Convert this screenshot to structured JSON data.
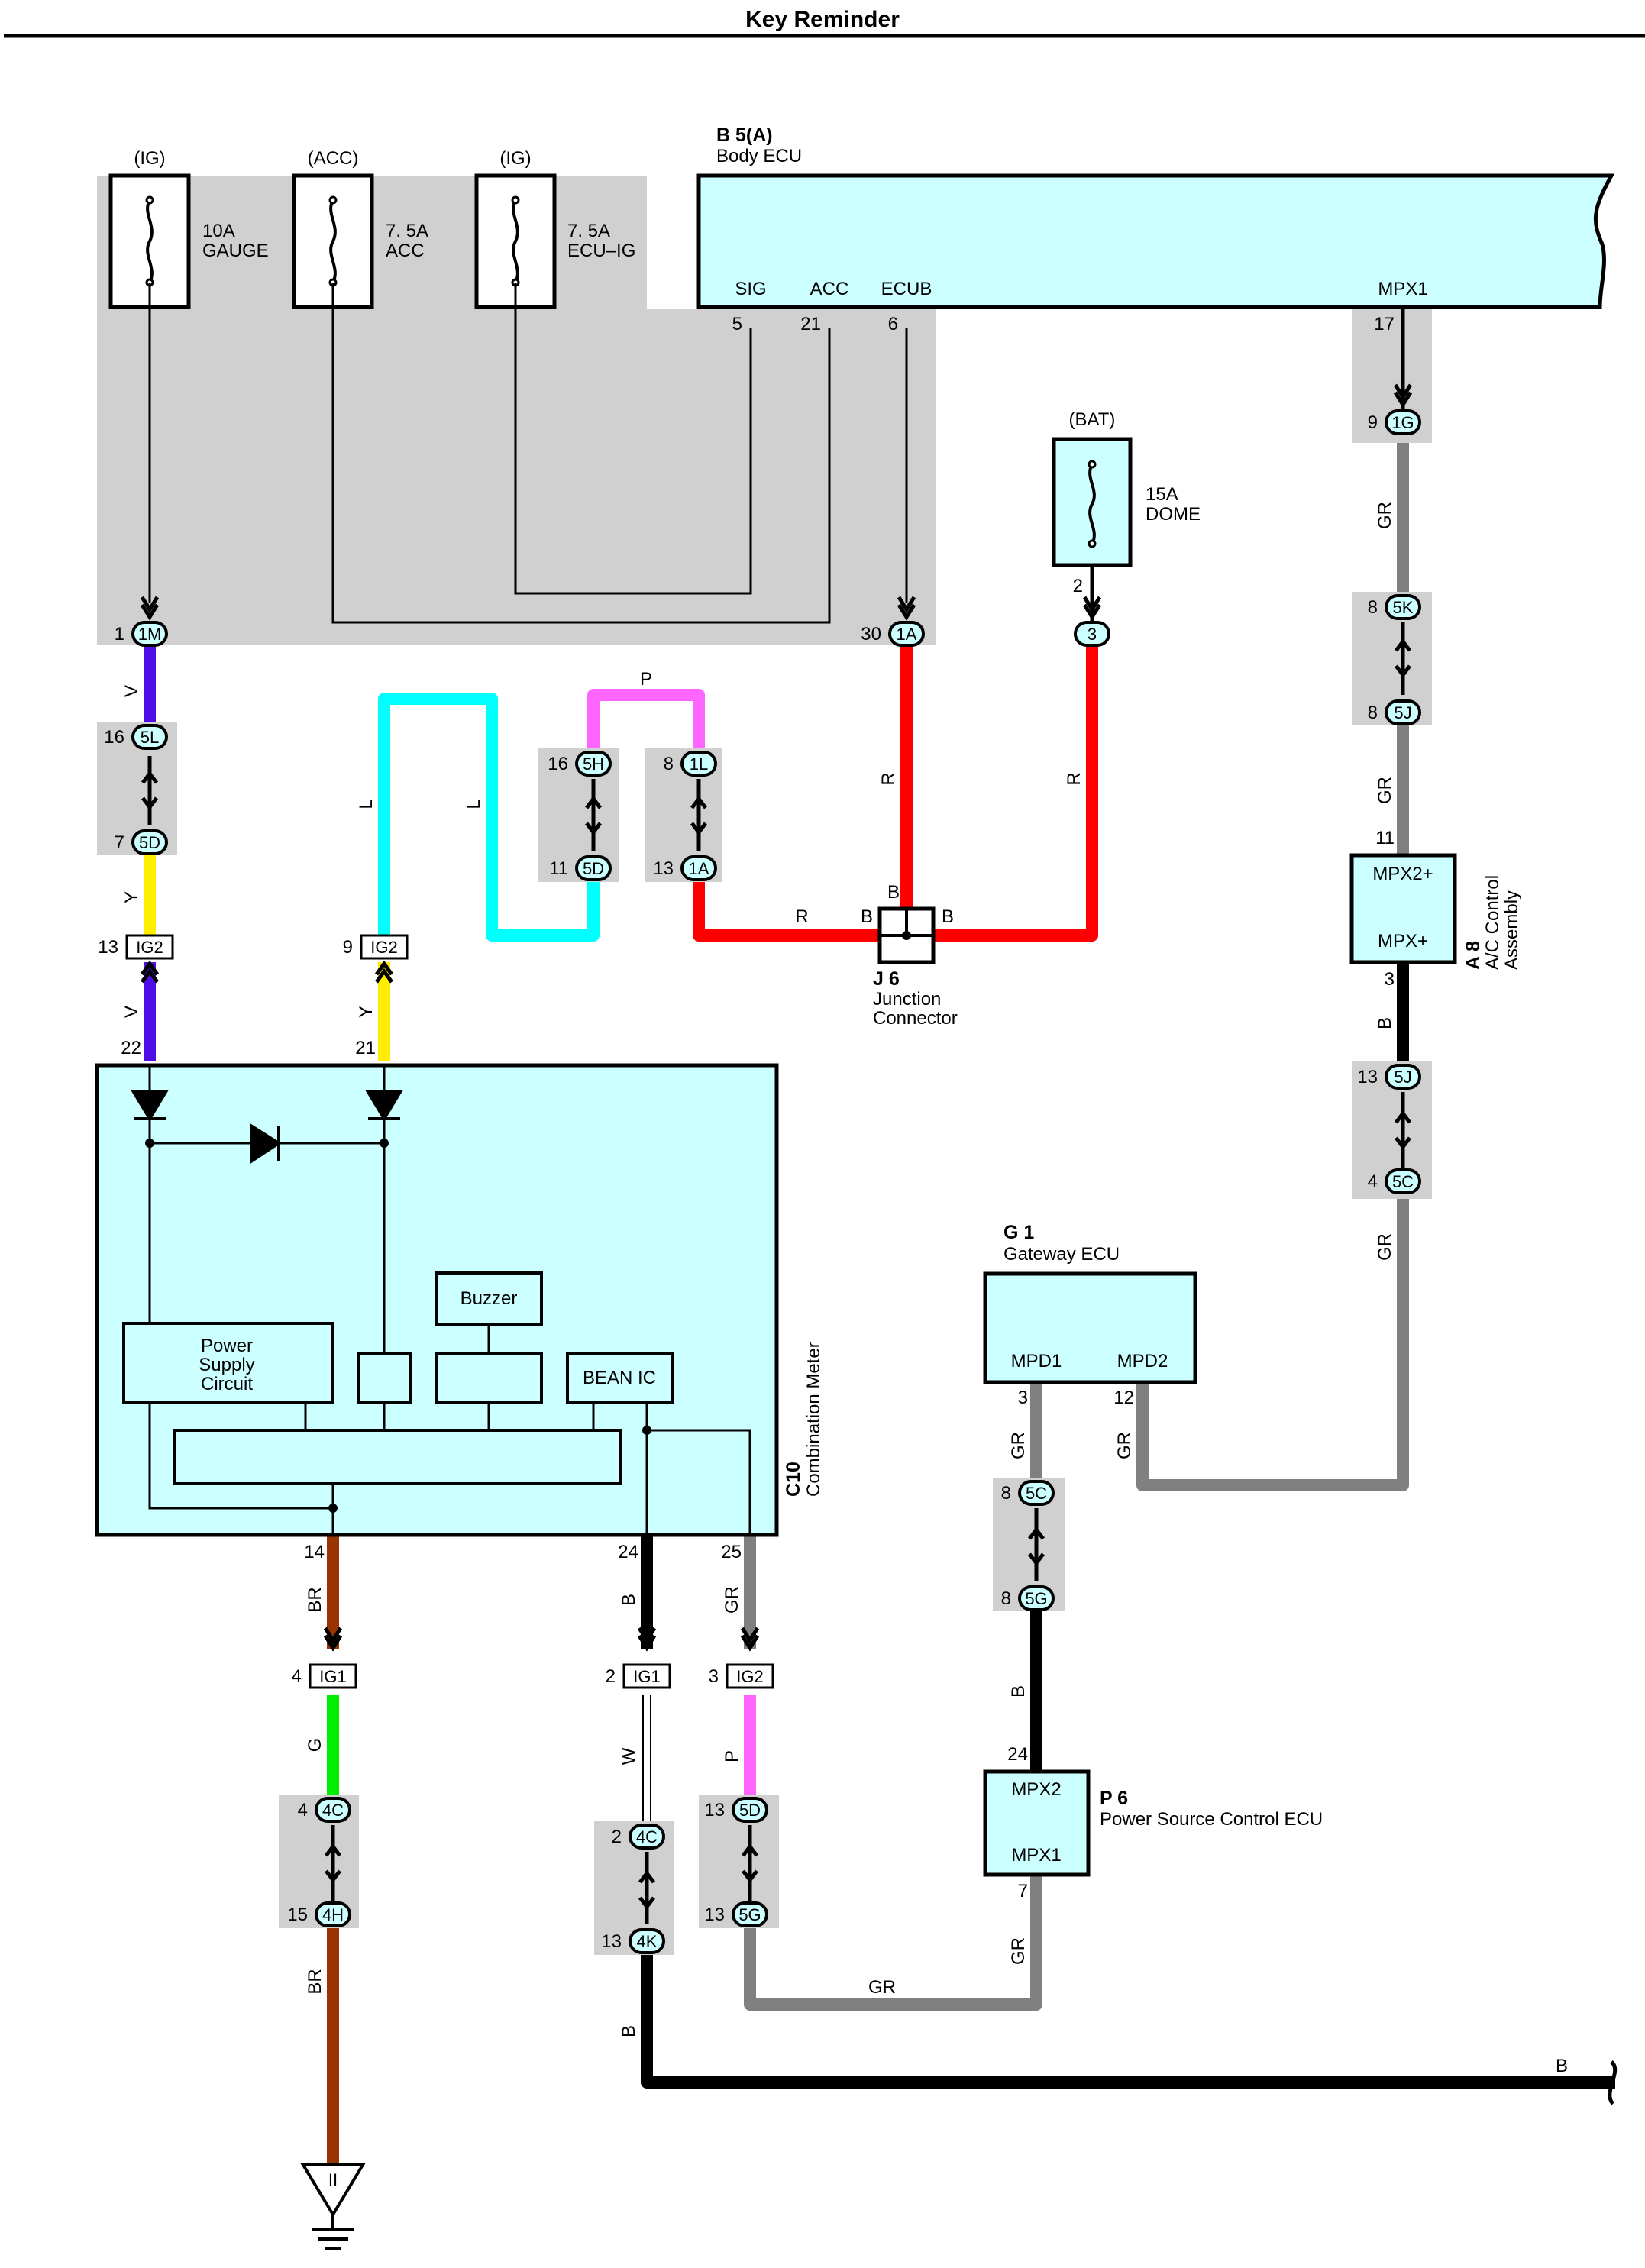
{
  "title": "Key Reminder",
  "colors": {
    "V": "#4d0fe6",
    "Y": "#ffee00",
    "L": "#00ffff",
    "P": "#ff66ff",
    "R": "#ff0000",
    "GR": "#808080",
    "B": "#000000",
    "BR": "#993300",
    "G": "#00ee00",
    "W": "#ffffff",
    "component_fill": "#ccffff",
    "connector_shade": "#d0d0d0"
  },
  "fuses": {
    "gauge": {
      "source": "(IG)",
      "rating": "10A",
      "name": "GAUGE"
    },
    "acc": {
      "source": "(ACC)",
      "rating": "7. 5A",
      "name": "ACC"
    },
    "ecuig": {
      "source": "(IG)",
      "rating": "7. 5A",
      "name": "ECU–IG"
    },
    "dome": {
      "source": "(BAT)",
      "rating": "15A",
      "name": "DOME"
    }
  },
  "body_ecu": {
    "code": "B 5(A)",
    "name": "Body ECU",
    "pins": {
      "sig": "SIG",
      "acc": "ACC",
      "ecub": "ECUB",
      "mpx1": "MPX1"
    },
    "pin_numbers": {
      "sig": "5",
      "acc": "21",
      "ecub": "6",
      "mpx1": "17"
    }
  },
  "connectors": {
    "c1m": {
      "id": "1M",
      "pin": "1"
    },
    "c1a_top": {
      "id": "1A",
      "pin": "30"
    },
    "c3": {
      "id": "3",
      "pin": "2"
    },
    "c1g": {
      "id": "1G",
      "pin": "9"
    },
    "c5k": {
      "id": "5K",
      "pin": "8"
    },
    "c5j_top": {
      "id": "5J",
      "pin": "8"
    },
    "c5l": {
      "id": "5L",
      "pin": "16"
    },
    "c5d_left": {
      "id": "5D",
      "pin": "7"
    },
    "c5h": {
      "id": "5H",
      "pin": "16"
    },
    "c5d_mid": {
      "id": "5D",
      "pin": "11"
    },
    "c1l": {
      "id": "1L",
      "pin": "8"
    },
    "c1a_mid": {
      "id": "1A",
      "pin": "13"
    },
    "ig2_a": {
      "id": "IG2",
      "pin": "13"
    },
    "ig2_b": {
      "id": "IG2",
      "pin": "9"
    },
    "c5j_low": {
      "id": "5J",
      "pin": "13"
    },
    "c5c_right": {
      "id": "5C",
      "pin": "4"
    },
    "c5c_mid": {
      "id": "5C",
      "pin": "8"
    },
    "c5g_mid": {
      "id": "5G",
      "pin": "8"
    },
    "ig1_a": {
      "id": "IG1",
      "pin": "4"
    },
    "ig1_b": {
      "id": "IG1",
      "pin": "2"
    },
    "ig2_c": {
      "id": "IG2",
      "pin": "3"
    },
    "c4c_a": {
      "id": "4C",
      "pin": "4"
    },
    "c4h": {
      "id": "4H",
      "pin": "15"
    },
    "c4c_b": {
      "id": "4C",
      "pin": "2"
    },
    "c4k": {
      "id": "4K",
      "pin": "13"
    },
    "c5d_low": {
      "id": "5D",
      "pin": "13"
    },
    "c5g_low": {
      "id": "5G",
      "pin": "13"
    }
  },
  "junction": {
    "code": "J 6",
    "name_line1": "Junction",
    "name_line2": "Connector",
    "top_label": "B",
    "left_label": "B",
    "right_label": "B"
  },
  "ac_control": {
    "code": "A 8",
    "name_line1": "A/C Control",
    "name_line2": "Assembly",
    "pin_top": "MPX2+",
    "pin_bottom": "MPX+",
    "num_top": "11",
    "num_bottom": "3"
  },
  "gateway": {
    "code": "G 1",
    "name": "Gateway ECU",
    "pin_left": "MPD1",
    "pin_right": "MPD2",
    "num_left": "3",
    "num_right": "12"
  },
  "power_source": {
    "code": "P 6",
    "name": "Power Source Control ECU",
    "pin_top": "MPX2",
    "pin_bottom": "MPX1",
    "num_top": "24",
    "num_bottom": "7"
  },
  "meter": {
    "code": "C10",
    "name": "Combination Meter",
    "buzzer": "Buzzer",
    "psc_line1": "Power",
    "psc_line2": "Supply",
    "psc_line3": "Circuit",
    "bean": "BEAN IC",
    "pin_in_left": "22",
    "pin_in_right": "21",
    "pin_br": "14",
    "pin_b": "24",
    "pin_gr": "25"
  },
  "wire_labels": {
    "v_top": "V",
    "y_top": "Y",
    "v_low": "V",
    "y_low": "Y",
    "l_left": "L",
    "l_right": "L",
    "p_top": "P",
    "r_left": "R",
    "r_right": "R",
    "r_horiz": "R",
    "gr_1": "GR",
    "gr_2": "GR",
    "b_ac": "B",
    "gr_3": "GR",
    "gr_gw_left": "GR",
    "gr_gw_right": "GR",
    "b_gw": "B",
    "gr_p6": "GR",
    "br_top": "BR",
    "b_meter": "B",
    "gr_meter": "GR",
    "g": "G",
    "w": "W",
    "p_low": "P",
    "br_low": "BR",
    "b_low": "B",
    "gr_bottom": "GR",
    "b_bottom": "B"
  },
  "ground_symbol": "II"
}
